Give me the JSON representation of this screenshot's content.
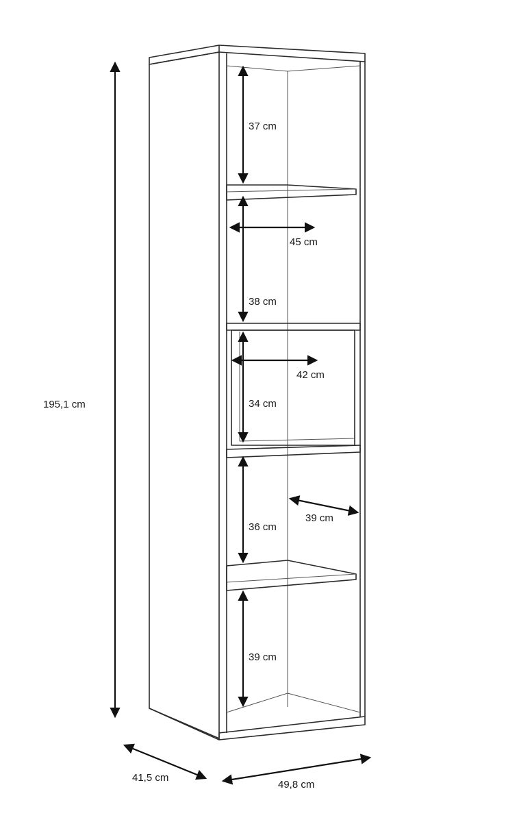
{
  "dimensions": {
    "total_height": "195,1 cm",
    "depth": "41,5 cm",
    "width": "49,8 cm",
    "compartment_1_height": "37 cm",
    "compartment_2_height": "38 cm",
    "compartment_3_height": "34 cm",
    "compartment_4_height": "36 cm",
    "compartment_5_height": "39 cm",
    "inner_width_upper": "45 cm",
    "inner_width_drawer": "42 cm",
    "inner_depth": "39 cm"
  }
}
